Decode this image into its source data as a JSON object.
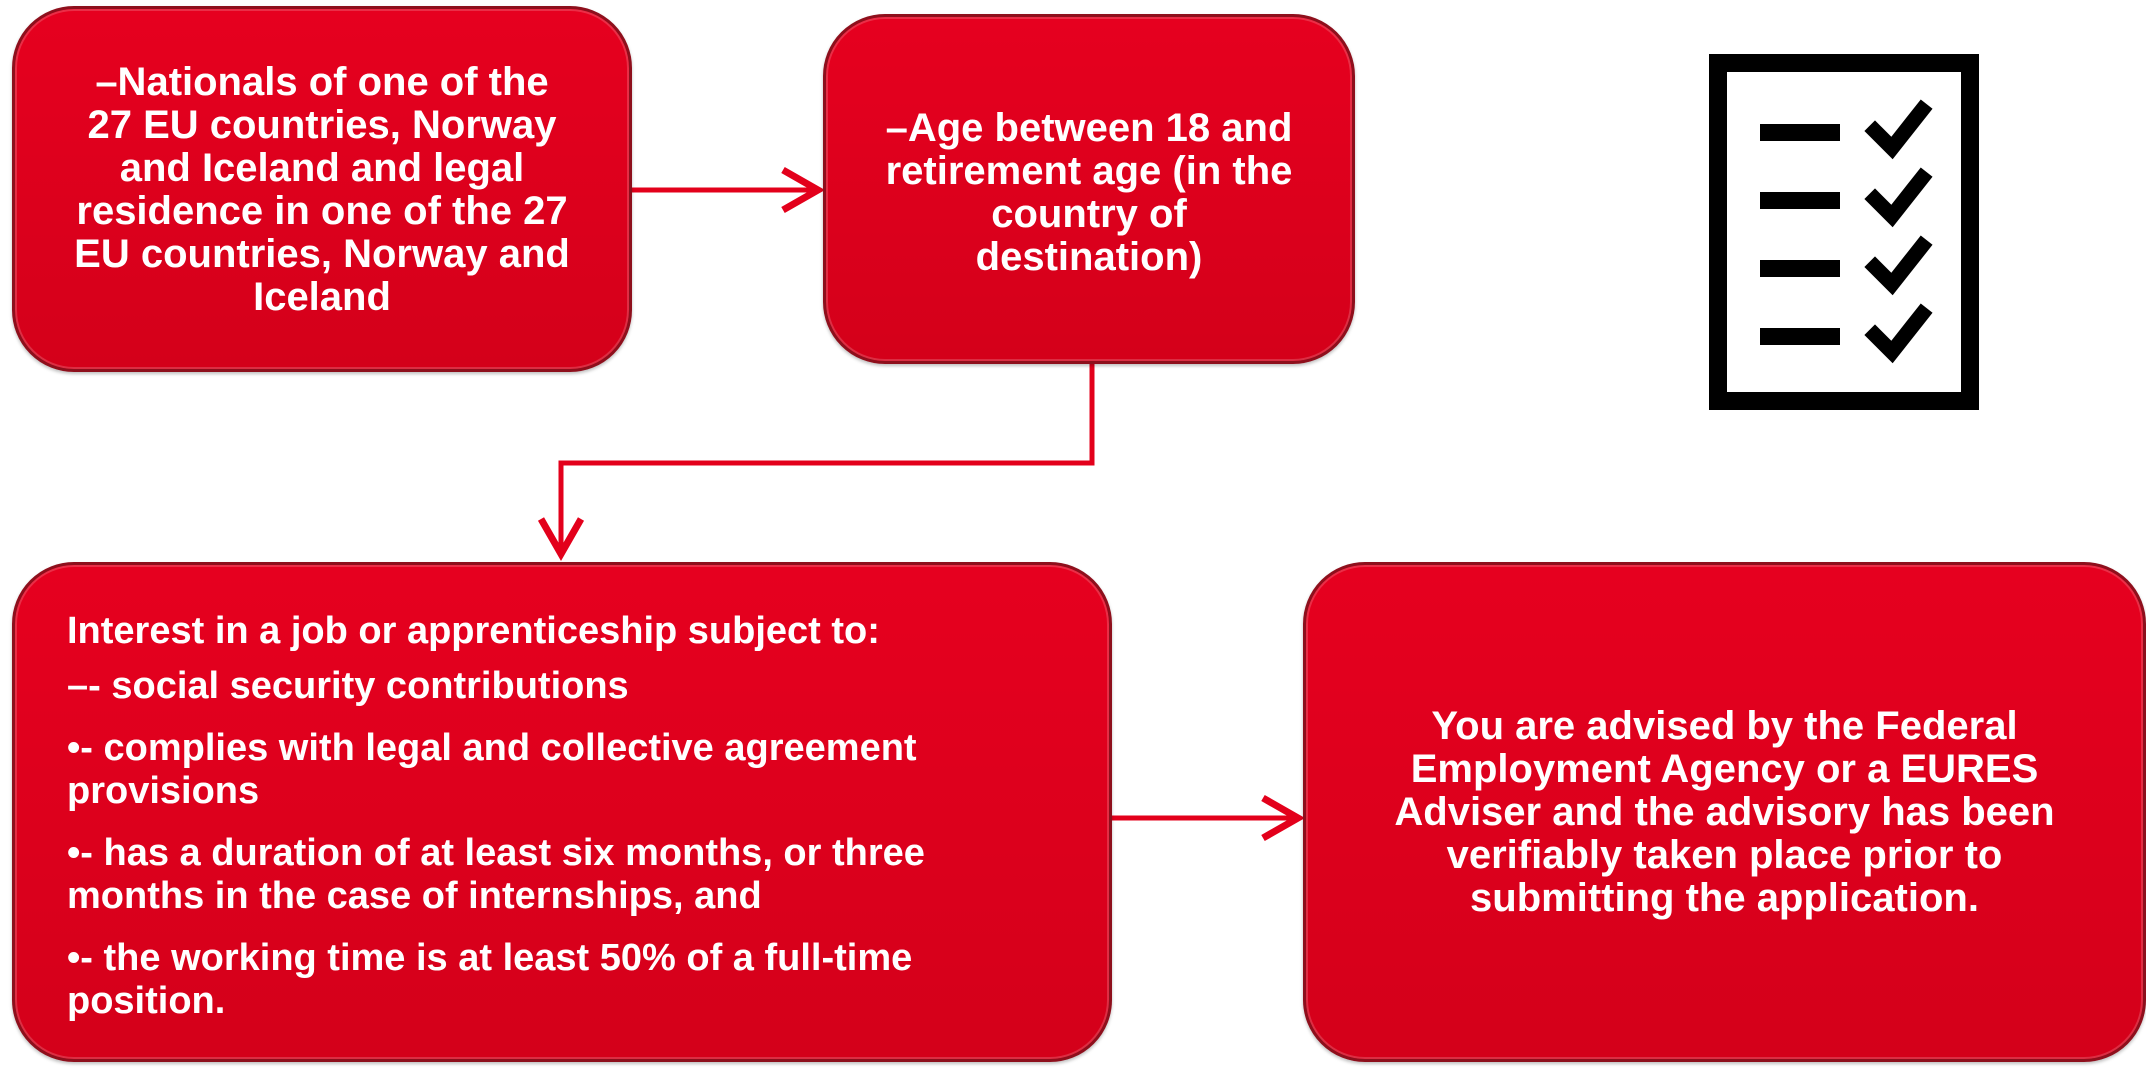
{
  "box1": {
    "lines": [
      "–Nationals of one of the",
      "27 EU countries, Norway",
      "and Iceland and legal",
      "residence in one of the 27",
      "EU countries, Norway and",
      "Iceland"
    ]
  },
  "box2": {
    "lines": [
      "–Age between 18 and",
      "retirement age (in the",
      "country of",
      "destination)"
    ]
  },
  "box3": {
    "items": [
      "Interest in a job or apprenticeship subject to:",
      "–- social security contributions",
      "•- complies with legal and collective agreement provisions",
      "•- has a duration of at least six months, or three months in the case of internships, and",
      "•- the working time is at least 50% of a full-time position."
    ]
  },
  "box4": {
    "lines": [
      "You are advised by the Federal",
      "Employment Agency or a EURES",
      "Adviser and the advisory has been",
      "verifiably taken place prior to",
      "submitting the application."
    ]
  },
  "colors": {
    "box_fill": "#e3001b",
    "box_border": "#8e0f1c",
    "arrow": "#e3001b",
    "icon": "#000000"
  },
  "icons": [
    "checklist-icon"
  ]
}
